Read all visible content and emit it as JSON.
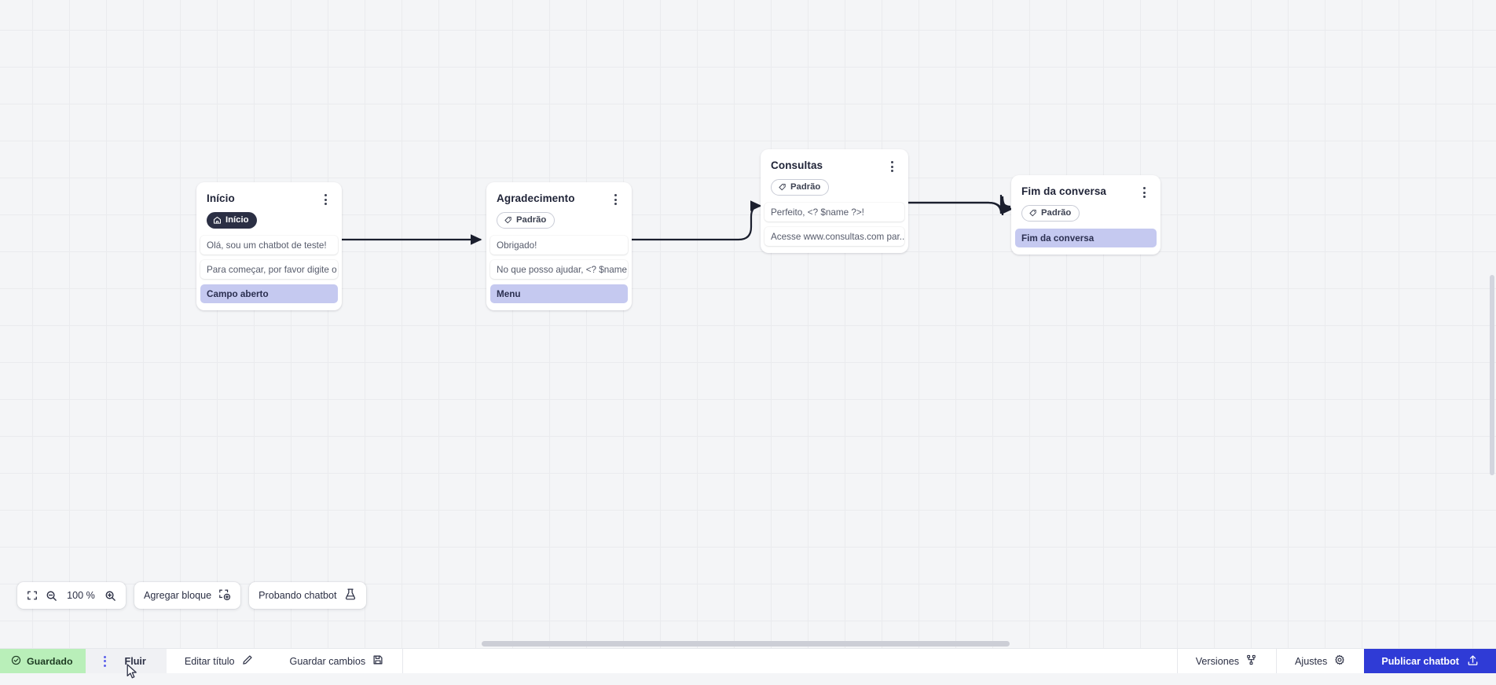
{
  "canvas": {
    "zoom_level": "100 %",
    "nodes": [
      {
        "id": "inicio",
        "title": "Início",
        "badge": {
          "label": "Início",
          "icon": "home-icon",
          "style": "dark"
        },
        "rows": [
          {
            "text": "Olá, sou um chatbot de teste!",
            "highlight": false
          },
          {
            "text": "Para começar, por favor digite o ...",
            "highlight": false
          },
          {
            "text": "Campo aberto",
            "highlight": true
          }
        ]
      },
      {
        "id": "agradecimento",
        "title": "Agradecimento",
        "badge": {
          "label": "Padrão",
          "icon": "tag-icon",
          "style": "outline"
        },
        "rows": [
          {
            "text": "Obrigado!",
            "highlight": false
          },
          {
            "text": "No que posso ajudar, <? $name ...",
            "highlight": false
          },
          {
            "text": "Menu",
            "highlight": true
          }
        ]
      },
      {
        "id": "consultas",
        "title": "Consultas",
        "badge": {
          "label": "Padrão",
          "icon": "tag-icon",
          "style": "outline"
        },
        "rows": [
          {
            "text": "Perfeito, <? $name ?>!",
            "highlight": false
          },
          {
            "text": "Acesse www.consultas.com par...",
            "highlight": false
          }
        ]
      },
      {
        "id": "fim",
        "title": "Fim da conversa",
        "badge": {
          "label": "Padrão",
          "icon": "tag-icon",
          "style": "outline"
        },
        "rows": [
          {
            "text": "Fim da conversa",
            "highlight": true
          }
        ]
      }
    ]
  },
  "toolbar": {
    "fit_icon": "fit-screen-icon",
    "zoom_out_icon": "zoom-out-icon",
    "zoom_in_icon": "zoom-in-icon",
    "zoom_level": "100 %",
    "add_block_label": "Agregar bloque",
    "add_block_icon": "add-block-icon",
    "test_chatbot_label": "Probando chatbot",
    "test_chatbot_icon": "flask-icon"
  },
  "bottombar": {
    "saved_label": "Guardado",
    "saved_icon": "check-circle-icon",
    "menu_icon": "kebab-menu-icon",
    "tab_flow_label": "Fluir",
    "edit_title_label": "Editar título",
    "edit_title_icon": "pencil-icon",
    "save_changes_label": "Guardar cambios",
    "save_changes_icon": "save-disk-icon",
    "versions_label": "Versiones",
    "versions_icon": "branch-icon",
    "settings_label": "Ajustes",
    "settings_icon": "gear-icon",
    "publish_label": "Publicar chatbot",
    "publish_icon": "upload-icon"
  },
  "colors": {
    "accent_publish": "#2f3bd6",
    "saved_green": "#b9efb9",
    "highlight_row": "#c5c9f0",
    "badge_dark": "#2b2f44",
    "canvas_bg": "#f4f5f7"
  }
}
